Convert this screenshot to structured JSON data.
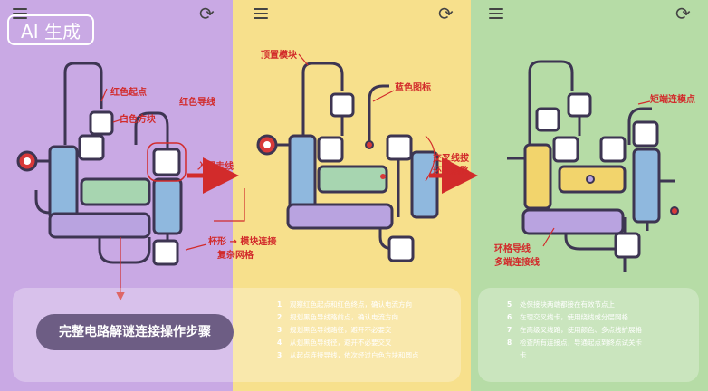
{
  "badge": "AI 生成",
  "labels": {
    "red_start": "红色起点",
    "red_wire": "红色导线",
    "white_block": "白色方块",
    "beginner": "入门走线",
    "loop_link": "杯形 → 模块连接",
    "complex_grid": "复杂网格",
    "top_module": "顶置模块",
    "blue_icon": "蓝色图标",
    "cross_wire_1": "交叉线拔",
    "cross_wire_2": "环叉线路",
    "end_node": "矩端连模点",
    "ring_wire": "环格导线",
    "multi_end": "多端连接线"
  },
  "pill_title": "完整电路解谜连接操作步骤",
  "steps_mid": [
    {
      "n": "1",
      "t": "观察红色起点和红色终点，确认电流方向"
    },
    {
      "n": "2",
      "t": "规划黑色导线路前点，确认电流方向"
    },
    {
      "n": "3",
      "t": "规划黑色导线路径，避开不必要交"
    },
    {
      "n": "4",
      "t": "从划黑色导线径，避开不必要交叉"
    },
    {
      "n": "3",
      "t": "从起点连接导线，依次经过白色方块和圆点"
    }
  ],
  "steps_right": [
    {
      "n": "5",
      "t": "处保接块两端都接在有效节点上"
    },
    {
      "n": "6",
      "t": "在理交叉线卡，使用绕线或分层网格"
    },
    {
      "n": "7",
      "t": "在高级叉线路，使用颜色、多点线扩展格"
    },
    {
      "n": "8",
      "t": "检查所有连接点，导通起点到终点试关卡"
    },
    {
      "n": "",
      "t": "卡"
    }
  ],
  "colors": {
    "accent_red": "#d22b2b",
    "wire": "#3d3552",
    "blue": "#8fb8de",
    "green": "#a7d5b0",
    "purple": "#b9a3e0",
    "yellow": "#f2d46c"
  }
}
